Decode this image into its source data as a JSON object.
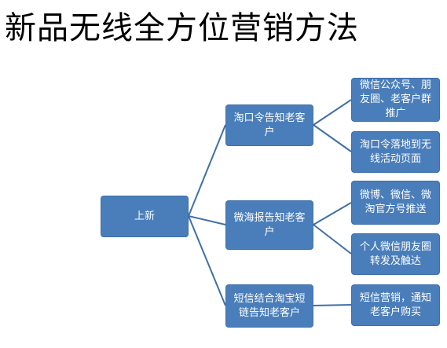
{
  "title": "新品无线全方位营销方法",
  "colors": {
    "node_fill": "#4a7ebb",
    "link": "#3f6fa8"
  },
  "nodes": {
    "root": "上新",
    "mid1": "淘口令告知老客户",
    "mid2": "微海报告知老客户",
    "mid3": "短信结合淘宝短链告知老客户",
    "leaf1": "微信公众号、朋友圈、老客户群推广",
    "leaf2": "淘口令落地到无线活动页面",
    "leaf3": "微博、微信、微淘官方号推送",
    "leaf4": "个人微信朋友圈转发及触达",
    "leaf5": "短信营销，通知老客户购买"
  }
}
